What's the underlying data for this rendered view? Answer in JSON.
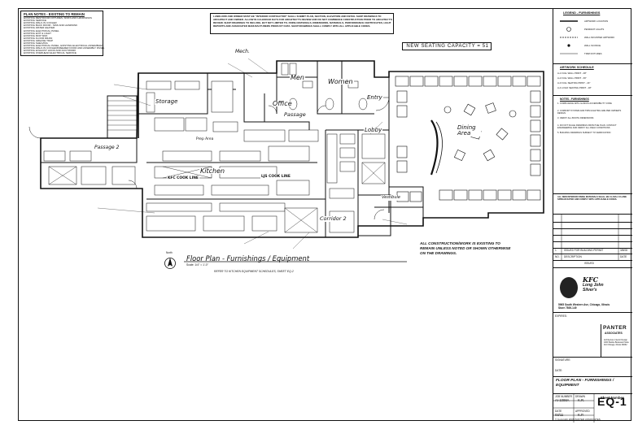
{
  "plan_notes": {
    "title": "PLAN NOTES - EXISTING TO REMAIN",
    "lines": [
      "EXISTING RESTROOM FIXTURES, SINKS AND HANDSINKS",
      "EXISTING SERVICE",
      "EXISTING WALK-IN COOLER",
      "EXISTING BACK ROOM - SINK AND HANDSINK",
      "EXISTING WATER HEATER",
      "EXISTING ELECTRICAL PANEL",
      "EXISTING EXIT & LIGHT",
      "EXISTING MOP SINK",
      "EXISTING FLOOR DRAIN",
      "EXISTING GREASE TRAP",
      "EXISTING SHELVING",
      "EXISTING ELECTRICAL PANEL, EXISTING ELECTRICAL ASSEMBLIES",
      "EXISTING WALK-IN COOLER/FREEZER DOOR AND ASSEMBLY PANEL",
      "EXISTING EXHAUST HOOD AND DUCTWORK",
      "EXISTING OVERHEAD ELECTRICAL SERVICE"
    ]
  },
  "general_note": "LANDLORD AND OWNER MUST BE \"INTERIOR CONTRACTOR\" SHALL SUBMIT PLAN, SECTION, ELEVATION AND DETAIL SHOP DRAWINGS TO ARCHITECT AND OWNER. ALLOW IN CALENDAR DAYS FOR ARCHITECT'S REVIEW AND DO NOT COMMENCE CONSTRUCTION PRIOR TO ARCHITECT'S REVIEW. SHOP DRAWINGS TO INCLUDE, BUT NOT LIMITED TO, FINISH MATERIALS, DIMENSIONS, MATERIALS, PERFORMANCE CERTIFICATES, LIGHT REPORTS AND ASSOCIATED MANUFACTURERS PRODUCT DATA. SHOP DRAWINGS SHALL COMPLY WITH ALL APPLICABLE CODES.",
  "seating_capacity": "NEW SEATING CAPACITY = 51",
  "construction_note": "ALL CONSTRUCTION/WORK IS EXISTING TO REMAIN UNLESS NOTED OR SHOWN OTHERWISE ON THE DRAWINGS.",
  "rooms": {
    "mech": "Mech.",
    "men": "Men",
    "women": "Women",
    "office": "Office",
    "passage1": "Passage",
    "storage": "Storage",
    "passage2": "Passage 2",
    "kitchen": "Kitchen",
    "entry": "Entry",
    "lobby": "Lobby",
    "dining": "Dining Area",
    "corridor": "Corridor 2",
    "vestibule": "Vestibule",
    "cook_line_1": "KFC COOK LINE",
    "cook_line_2": "LJS COOK LINE",
    "prep": "Prep Area"
  },
  "plan_title": {
    "north_label": "North",
    "title": "Floor Plan - Furnishings / Equipment",
    "scale": "Scale: 1/4\" = 1'-0\"",
    "reference": "REFER TO KITCHEN EQUIPMENT SCHEDULES, SHEET EQ-2"
  },
  "title_block": {
    "legend_title": "LEGEND - FURNISHINGS",
    "legend_items": [
      "ARTWORK LOCATION",
      "PENDANT LIGHTS",
      "WALL MOUNTED ARTWORK",
      "WALL SCONCE",
      "TRIM FIXTURES"
    ],
    "schedule_title": "ARTWORK SCHEDULE",
    "schedule_items": [
      "A-1 FULL WALL PRINT - 48\"",
      "A-2 FULL WALL PRINT - 36\"",
      "A-3 FULL SEATING PRINT - 24\"",
      "A-4 LOGO SEATING PRINT - 18\""
    ],
    "furn_notes_title": "NOTES - FURNISHINGS",
    "furn_notes": [
      "1. COMPLIANCE WITH ILLINOIS ACCESSIBILITY CODE",
      "2. COMFORT SYSTEM AND TRIM LIGHTING ARE PER OWNER'S DESIGN",
      "3. VERIFY ALL BOOTH DIMENSIONS",
      "4. DO NOT SCALE DRAWINGS FROM THE PLAN. CONTACT ENGINEERING AND VERIFY ALL FIELD CONDITIONS",
      "5. BUILDING DRAWINGS SUBJECT TO VERIFICATION"
    ],
    "finish_note": "ALL NEW INTERIOR FINISH MATERIALS SHALL BE CLASS A FLAME SPREAD RATED AND COMPLY WITH APPLICABLE CODES.",
    "revision_rows": [
      {
        "no": "1",
        "desc": "ISSUED FOR BUILDING PERMIT",
        "date": "3/8/08"
      }
    ],
    "revision_header": {
      "no": "NO.",
      "desc": "DESCRIPTION",
      "date": "DATE"
    },
    "issued_label": "ISSUED",
    "client_name_1": "KFC",
    "client_name_2": "Long John Silver's",
    "client_address": "5965 South Western Ave, Chicago, Illinois",
    "client_store": "Store 7800-149",
    "firm_name": "PANTER",
    "firm_sub": "ASSOCIATES",
    "firm_address": "Architecture Interior Design 1000 Skokie Boulevard Suite 110 Chicago, Illinois 60062",
    "firm_contact_label": "EXPIRES:",
    "signature_label": "SIGNATURE:",
    "date_label": "DATE:",
    "sheet_title": "FLOOR PLAN - FURNISHINGS / EQUIPMENT",
    "meta": {
      "job_label": "JOB NUMBER",
      "job": "AI-1098A",
      "drawn_label": "DRAWN",
      "drawn": "K.R.",
      "approved_label": "APPROVED",
      "approved": "K.P.",
      "date_label": "DATE",
      "date": "03/11"
    },
    "sheet_number_label": "Sheet Number",
    "sheet_number": "EQ-1",
    "copyright": "© Copyright 2008 PANTER ASSOCIATES"
  }
}
